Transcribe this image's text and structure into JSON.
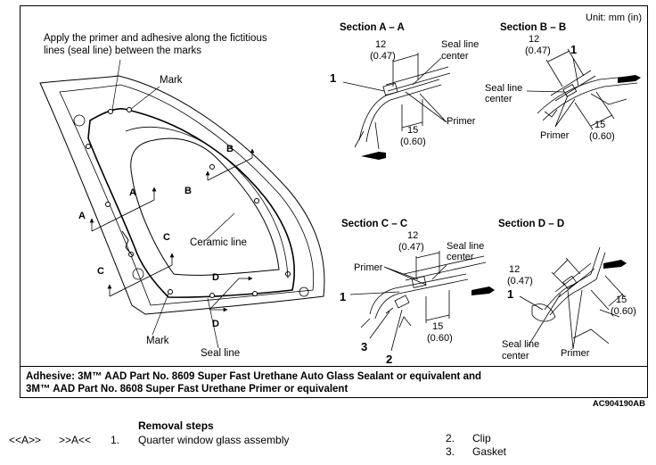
{
  "unit_label": "Unit: mm (in)",
  "figure_code": "AC904190AB",
  "adhesive_note": {
    "line1": "Adhesive: 3M™ AAD Part No. 8609 Super Fast Urethane Auto Glass Sealant or equivalent and",
    "line2": "3M™ AAD Part No. 8608 Super Fast Urethane Primer or equivalent"
  },
  "main_view": {
    "instruction_line1": "Apply the primer and adhesive along the fictitious",
    "instruction_line2": "lines (seal line) between the marks",
    "mark_top": "Mark",
    "mark_bottom": "Mark",
    "ceramic_line": "Ceramic line",
    "seal_line": "Seal line",
    "section_letters": {
      "a": "A",
      "b": "B",
      "c": "C",
      "d": "D"
    }
  },
  "sections": {
    "aa": {
      "title": "Section A – A",
      "dim1": "12",
      "dim1_in": "(0.47)",
      "seal_center1": "Seal line",
      "seal_center2": "center",
      "callout": "1",
      "primer": "Primer",
      "dim2": "15",
      "dim2_in": "(0.60)"
    },
    "bb": {
      "title": "Section B – B",
      "dim1": "12",
      "dim1_in": "(0.47)",
      "callout": "1",
      "seal_center1": "Seal line",
      "seal_center2": "center",
      "primer": "Primer",
      "dim2": "15",
      "dim2_in": "(0.60)"
    },
    "cc": {
      "title": "Section C – C",
      "dim1": "12",
      "dim1_in": "(0.47)",
      "seal_center1": "Seal line",
      "seal_center2": "center",
      "primer": "Primer",
      "callout1": "1",
      "callout2": "2",
      "callout3": "3",
      "dim2": "15",
      "dim2_in": "(0.60)"
    },
    "dd": {
      "title": "Section D – D",
      "dim1": "12",
      "dim1_in": "(0.47)",
      "callout": "1",
      "dim2": "15",
      "dim2_in": "(0.60)",
      "seal_center1": "Seal line",
      "seal_center2": "center",
      "primer": "Primer"
    }
  },
  "removal": {
    "heading": "Removal steps",
    "tag1": "<<A>>",
    "tag2": ">>A<<",
    "steps": [
      {
        "num": "1.",
        "text": "Quarter window glass assembly"
      },
      {
        "num": "2.",
        "text": "Clip"
      },
      {
        "num": "3.",
        "text": "Gasket"
      }
    ]
  }
}
